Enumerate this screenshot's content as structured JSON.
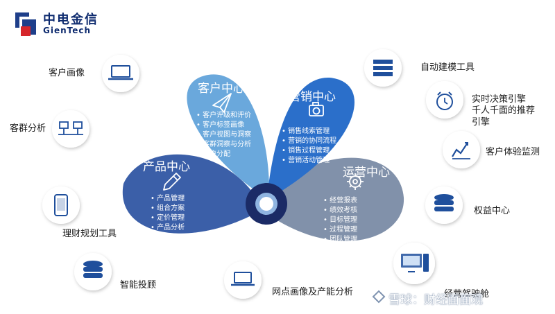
{
  "logo": {
    "cn": "中电金信",
    "en": "GienTech"
  },
  "petals": {
    "customer": {
      "title": "客户中心",
      "items": [
        "客户评级和评价",
        "客户标签画像",
        "客户视图与洞察",
        "客群洞察与分析",
        "客户分配"
      ]
    },
    "marketing": {
      "title": "营销中心",
      "items": [
        "销售线索管理",
        "营销的协同流程",
        "销售过程管理",
        "营销活动管理"
      ]
    },
    "product": {
      "title": "产品中心",
      "items": [
        "产品管理",
        "组合方案",
        "定价管理",
        "产品分析"
      ]
    },
    "operations": {
      "title": "运营中心",
      "items": [
        "经营报表",
        "绩效考核",
        "目标管理",
        "过程管理",
        "团队管理"
      ]
    }
  },
  "satellites": {
    "customer_portrait": "客户画像",
    "segment_analysis": "客群分析",
    "wealth_planning": "理财规划工具",
    "smart_advisor": "智能投顾",
    "branch_portrait": "网点画像及产能分析",
    "operation_cockpit": "经营驾驶舱",
    "equity_center": "权益中心",
    "cx_monitoring": "客户体验监测",
    "realtime_engine": "实时决策引擎 千人千面的推荐引擎",
    "auto_modeling": "自动建模工具"
  },
  "watermark": "雪球：财经面面观",
  "colors": {
    "customer": "#5fa0d8",
    "marketing": "#2a6fc9",
    "product": "#3b5fa8",
    "operations": "#7f8fa8",
    "icon_blue": "#1f4f9c"
  }
}
